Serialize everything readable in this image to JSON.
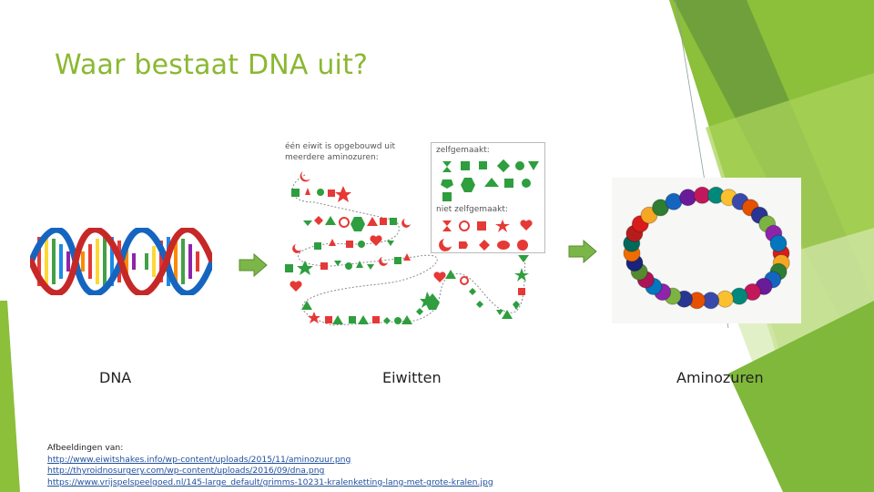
{
  "slide": {
    "title": "Waar bestaat DNA uit?",
    "captions": {
      "dna": "DNA",
      "eiwitten": "Eiwitten",
      "aminozuren": "Aminozuren"
    },
    "references": {
      "heading": "Afbeeldingen van:",
      "links": [
        "http://www.eiwitshakes.info/wp-content/uploads/2015/11/aminozuur.png",
        "http://thyroidnosurgery.com/wp-content/uploads/2016/09/dna.png",
        "https://www.vrijspelspeelgoed.nl/145-large_default/grimms-10231-kralenketting-lang-met-grote-kralen.jpg"
      ]
    },
    "protein_figure": {
      "intro_line1": "één eiwit is opgebouwd uit",
      "intro_line2": "meerdere aminozuren:",
      "legend_self": "zelfgemaakt:",
      "legend_not_self": "niet zelfgemaakt:"
    },
    "colors": {
      "title": "#8bb832",
      "arrow": "#7ab648",
      "link": "#1f4f9e"
    }
  }
}
